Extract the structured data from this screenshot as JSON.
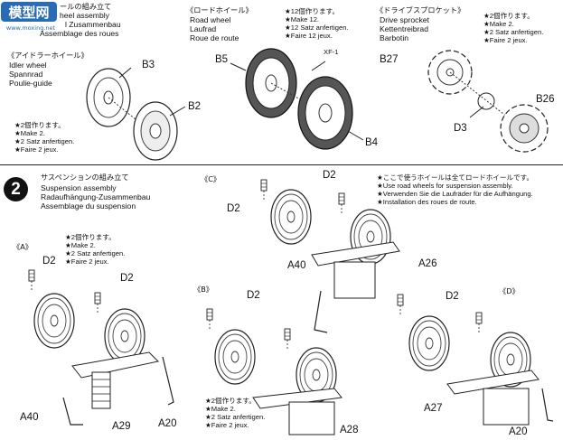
{
  "logo": {
    "text": "模型网",
    "sub": "www.moxing.net"
  },
  "step1": {
    "assembly_title": {
      "jp_tail": "ールの組み立て",
      "de_tail": "l Zusammenbau"
    },
    "sprocket_idler_en_fr": {
      "line1": "heel assembly",
      "line3": "Assemblage des roues"
    },
    "idler": {
      "jp": "《アイドラーホイール》",
      "en": "Idler wheel",
      "de": "Spannrad",
      "fr": "Poulie-guide",
      "note_jp": "★2個作ります。",
      "note_en": "★Make 2.",
      "note_de": "★2 Satz anfertigen.",
      "note_fr": "★Faire 2 jeux."
    },
    "road": {
      "jp": "《ロードホイール》",
      "en": "Road wheel",
      "de": "Laufrad",
      "fr": "Roue de route"
    },
    "road_note": {
      "jp": "★12個作ります。",
      "en": "★Make 12.",
      "de": "★12 Satz anfertigen.",
      "fr": "★Faire 12 jeux."
    },
    "sprocket": {
      "jp": "《ドライブスプロケット》",
      "en": "Drive sprocket",
      "de": "Kettentreibrad",
      "fr": "Barbotin"
    },
    "sprocket_note": {
      "jp": "★2個作ります。",
      "en": "★Make 2.",
      "de": "★2 Satz anfertigen.",
      "fr": "★Faire 2 jeux."
    },
    "parts": {
      "b3": "B3",
      "b2": "B2",
      "b5": "B5",
      "xf1": "XF-1",
      "b4": "B4",
      "b27": "B27",
      "b26": "B26",
      "d3": "D3"
    }
  },
  "step2": {
    "number": "2",
    "jp": "サスペンションの組み立て",
    "en": "Suspension assembly",
    "de": "Radaufhängung-Zusammenbau",
    "fr": "Assemblage du suspension",
    "hint": {
      "jp": "★ここで使うホイールは全てロードホイールです。",
      "en": "★Use road wheels for suspension assembly.",
      "de": "★Verwenden Sie die Laufräder für die Aufhängung.",
      "fr": "★Installation des roues de route."
    },
    "a": {
      "tag": "《A》",
      "d2a": "D2",
      "d2b": "D2",
      "a40": "A40",
      "a29": "A29",
      "a20": "A20",
      "note_jp": "★2個作ります。",
      "note_en": "★Make 2.",
      "note_de": "★2 Satz anfertigen.",
      "note_fr": "★Faire 2 jeux."
    },
    "b": {
      "tag": "《B》",
      "d2": "D2",
      "a28": "A28",
      "note_jp": "★2個作ります。",
      "note_en": "★Make 2.",
      "note_de": "★2 Satz anfertigen.",
      "note_fr": "★Faire 2 jeux."
    },
    "c": {
      "tag": "《C》",
      "d2a": "D2",
      "d2b": "D2",
      "a40": "A40",
      "a26": "A26"
    },
    "d": {
      "tag": "《D》",
      "d2": "D2",
      "a27": "A27",
      "a20": "A20"
    }
  }
}
